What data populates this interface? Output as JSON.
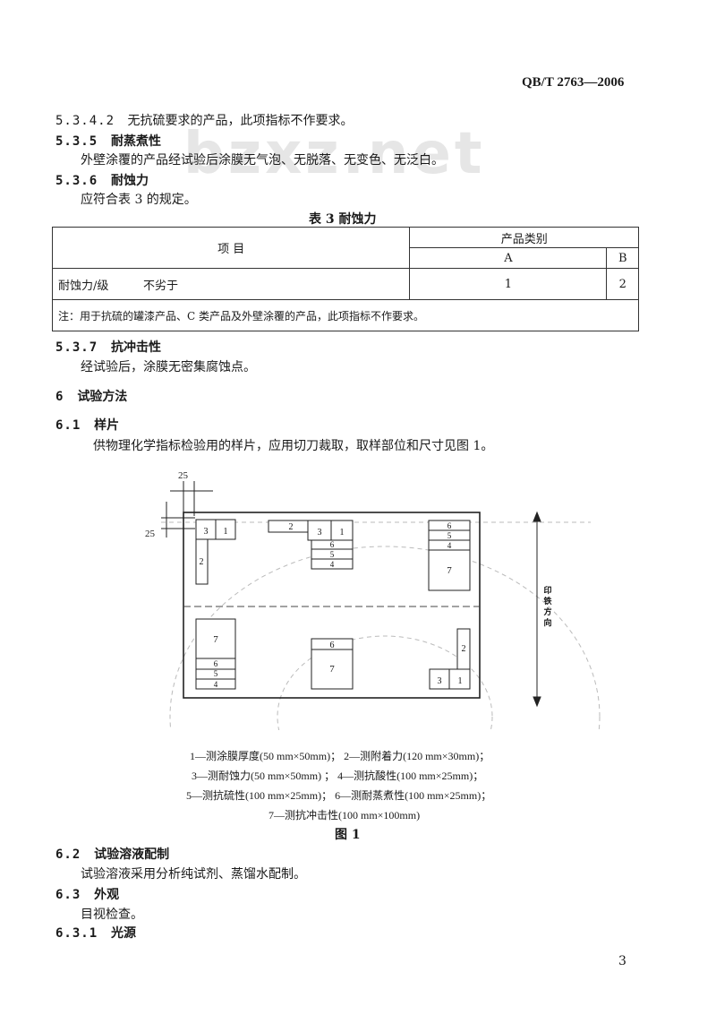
{
  "header": {
    "standard_no": "QB/T 2763—2006"
  },
  "watermark": "bzxz.net",
  "sections": {
    "s5342": {
      "num": "5.3.4.2",
      "text": "无抗硫要求的产品，此项指标不作要求。"
    },
    "s535": {
      "num": "5.3.5",
      "title": "耐蒸煮性",
      "body": "外壁涂覆的产品经试验后涂膜无气泡、无脱落、无变色、无泛白。"
    },
    "s536": {
      "num": "5.3.6",
      "title": "耐蚀力",
      "body": "应符合表 3 的规定。"
    },
    "s537": {
      "num": "5.3.7",
      "title": "抗冲击性",
      "body": "经试验后，涂膜无密集腐蚀点。"
    },
    "s6": {
      "num": "6",
      "title": "试验方法"
    },
    "s61": {
      "num": "6.1",
      "title": "样片",
      "body": "供物理化学指标检验用的样片，应用切刀裁取，取样部位和尺寸见图 1。"
    },
    "s62": {
      "num": "6.2",
      "title": "试验溶液配制",
      "body": "试验溶液采用分析纯试剂、蒸馏水配制。"
    },
    "s63": {
      "num": "6.3",
      "title": "外观",
      "body": "目视检查。"
    },
    "s631": {
      "num": "6.3.1",
      "title": "光源"
    }
  },
  "table3": {
    "caption": "表 3  耐蚀力",
    "item_header": "项    目",
    "category_header": "产品类别",
    "col_a": "A",
    "col_b": "B",
    "row_label": "耐蚀力/级",
    "row_condition": "不劣于",
    "val_a": "1",
    "val_b": "2",
    "note": "注：用于抗硫的罐漆产品、C 类产品及外壁涂覆的产品，此项指标不作要求。"
  },
  "figure1": {
    "dim_top": "25",
    "dim_left": "25",
    "direction": [
      "印",
      "铁",
      "方",
      "向"
    ],
    "labels": {
      "l1": "1",
      "l2": "2",
      "l3": "3",
      "l4": "4",
      "l5": "5",
      "l6": "6",
      "l7": "7"
    },
    "legend": [
      "1—测涂膜厚度(50 mm×50mm)；  2—测附着力(120 mm×30mm)；",
      "3—测耐蚀力(50 mm×50mm) ；  4—测抗酸性(100 mm×25mm)；",
      "5—测抗硫性(100 mm×25mm)；   6—测耐蒸煮性(100 mm×25mm)；",
      "7—测抗冲击性(100 mm×100mm)"
    ],
    "caption": "图 1"
  },
  "footer": {
    "page_number": "3"
  }
}
